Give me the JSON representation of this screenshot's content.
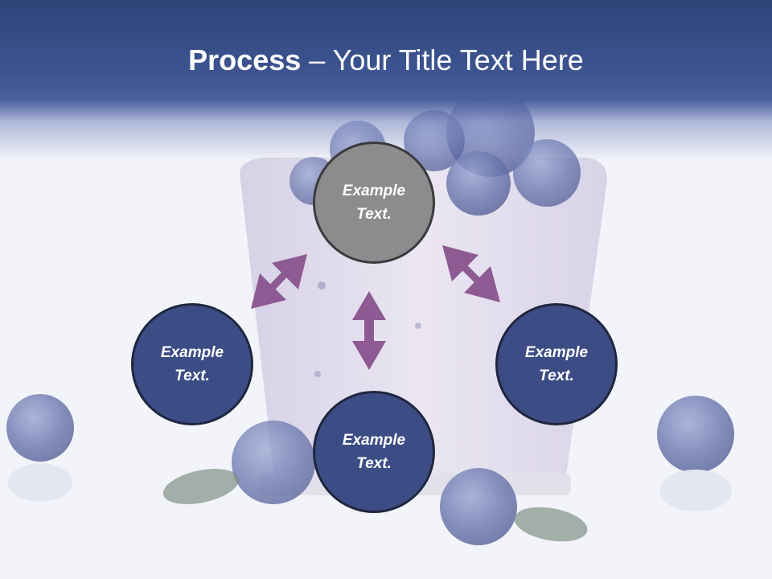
{
  "title": {
    "bold": "Process",
    "rest": " – Your Title Text Here"
  },
  "nodes": {
    "top": {
      "line1": "Example",
      "line2": "Text."
    },
    "left": {
      "line1": "Example",
      "line2": "Text."
    },
    "bottom": {
      "line1": "Example",
      "line2": "Text."
    },
    "right": {
      "line1": "Example",
      "line2": "Text."
    }
  },
  "colors": {
    "header": "#3d5491",
    "node_blue": "#3c4d85",
    "node_gray": "#8c8c8e",
    "arrow": "#8e5a93"
  }
}
